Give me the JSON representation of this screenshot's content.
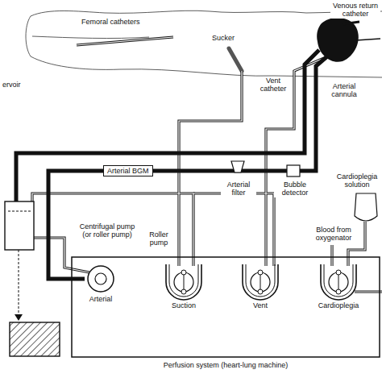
{
  "diagram": {
    "nodes": [
      {
        "text": [
          "Perfusion system (heart-lung machine)"
        ]
      },
      {
        "text": [
          "Arterial"
        ],
        "in": 0
      },
      {
        "text": [
          "Suction"
        ],
        "in": 0
      },
      {
        "text": [
          "Vent"
        ],
        "in": 0
      },
      {
        "text": [
          "Cardioplegia"
        ],
        "in": 0
      },
      {
        "text": [
          "Arterial BGM"
        ]
      }
    ],
    "edges": [
      {
        "from": 1,
        "to": 5,
        "arrow": "none"
      }
    ],
    "labels": [
      "ervoir",
      "Femoral catheters",
      "Sucker",
      "Venous return catheter",
      "Vent catheter",
      "Arterial cannula",
      "Centrifugal pump (or roller pump)",
      "Roller pump",
      "Arterial filter",
      "Bubble detector",
      "Cardioplegia solution",
      "Blood from oxygenator"
    ]
  }
}
